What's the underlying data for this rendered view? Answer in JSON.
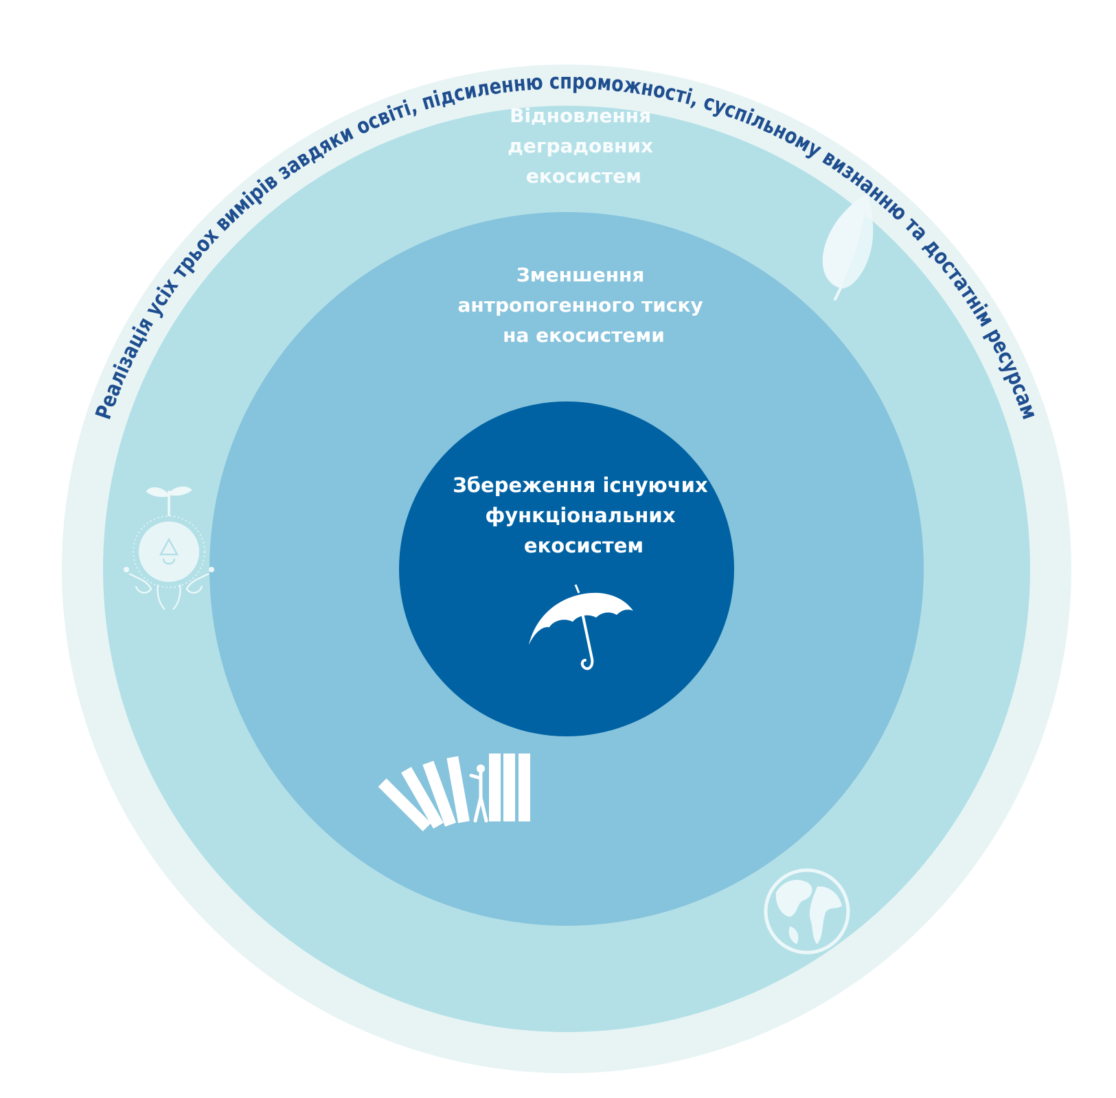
{
  "diagram": {
    "ring_title": "Реалізація усіх трьох вимірів завдяки освіті, підсиленню спроможності, суспільному визнанню та достатнім ресурсам",
    "outer_label": [
      "Відновлення",
      "деградовних",
      "екосистем"
    ],
    "middle_label": [
      "Зменшення",
      "антропогенного тиску",
      "на екосистеми"
    ],
    "inner_label": [
      "Збереження існуючих",
      "функціональних",
      "екосистем"
    ]
  },
  "colors": {
    "outer_band": "#e8f4f4",
    "outer_ring": "#b3e0e7",
    "middle_circle": "#86c3dc",
    "inner_circle": "#0062a3",
    "ring_title_text": "#1f4e8f",
    "label_text": "#ffffff"
  },
  "icons": [
    "feather-icon",
    "seedling-recycle-icon",
    "umbrella-icon",
    "domino-books-icon",
    "globe-icon"
  ]
}
